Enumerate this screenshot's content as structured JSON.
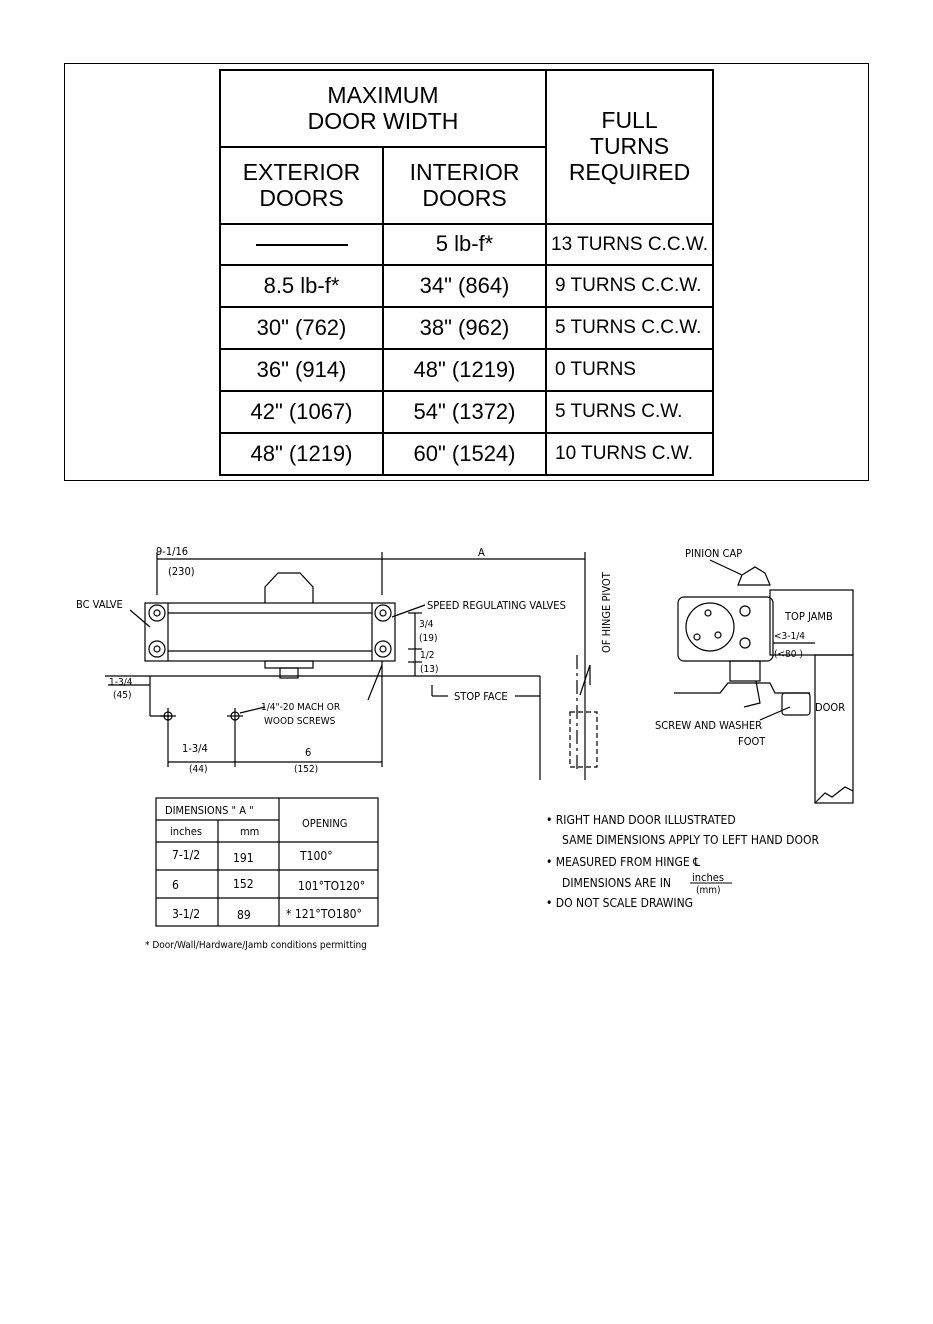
{
  "turns_table": {
    "header_max_width": [
      "MAXIMUM",
      "DOOR WIDTH"
    ],
    "header_full_turns": [
      "FULL",
      "TURNS",
      "REQUIRED"
    ],
    "header_exterior": [
      "EXTERIOR",
      "DOORS"
    ],
    "header_interior": [
      "INTERIOR",
      "DOORS"
    ],
    "rows": [
      {
        "exterior": "",
        "interior": "5 lb-f*",
        "turns": "13 TURNS C.C.W."
      },
      {
        "exterior": "8.5 lb-f*",
        "interior": "34\" (864)",
        "turns": "9 TURNS C.C.W."
      },
      {
        "exterior": "30\" (762)",
        "interior": "38\" (962)",
        "turns": "5 TURNS C.C.W."
      },
      {
        "exterior": "36\" (914)",
        "interior": "48\" (1219)",
        "turns": "0 TURNS"
      },
      {
        "exterior": "42\" (1067)",
        "interior": "54\" (1372)",
        "turns": "5 TURNS C.W."
      },
      {
        "exterior": "48\" (1219)",
        "interior": "60\" (1524)",
        "turns": "10 TURNS C.W."
      }
    ]
  },
  "drawing": {
    "dim_width_in": "9-1/16",
    "dim_width_mm": "(230)",
    "dim_a": "A",
    "label_bc_valve": "BC VALVE",
    "label_speed_valves": "SPEED REGULATING VALVES",
    "label_hinge_pivot": "OF HINGE PIVOT",
    "dim_34_in": "3/4",
    "dim_34_mm": "(19)",
    "dim_12_in": "1/2",
    "dim_12_mm": "(13)",
    "dim_134_in": "1-3/4",
    "dim_134_mm": "(45)",
    "label_stop_face": "STOP FACE",
    "label_screws_1": "1/4\"-20 MACH OR",
    "label_screws_2": "WOOD SCREWS",
    "dim_134b_in": "1-3/4",
    "dim_134b_mm": "(44)",
    "dim_6_in": "6",
    "dim_6_mm": "(152)",
    "label_pinion_cap": "PINION CAP",
    "label_top_jamb": "TOP JAMB",
    "dim_314_in": "<3-1/4",
    "dim_314_mm": "(<80 )",
    "label_door": "DOOR",
    "label_screw_washer": "SCREW AND WASHER",
    "label_foot": "FOOT"
  },
  "dims_table": {
    "header_dims": "DIMENSIONS \" A \"",
    "header_inches": "inches",
    "header_mm": "mm",
    "header_opening": "OPENING",
    "rows": [
      {
        "inches": "7-1/2",
        "mm": "191",
        "opening": "T100°"
      },
      {
        "inches": "6",
        "mm": "152",
        "opening": "101°TO120°"
      },
      {
        "inches": "3-1/2",
        "mm": "89",
        "opening": "* 121°TO180°"
      }
    ],
    "footnote": "* Door/Wall/Hardware/Jamb conditions permitting"
  },
  "notes": {
    "note1_a": "• RIGHT HAND DOOR ILLUSTRATED",
    "note1_b": "SAME DIMENSIONS APPLY TO LEFT HAND DOOR",
    "note2_a": "• MEASURED FROM HINGE ℄",
    "note2_b": "DIMENSIONS ARE IN",
    "note2_num": "inches",
    "note2_den": "(mm)",
    "note3": "• DO NOT SCALE DRAWING"
  }
}
